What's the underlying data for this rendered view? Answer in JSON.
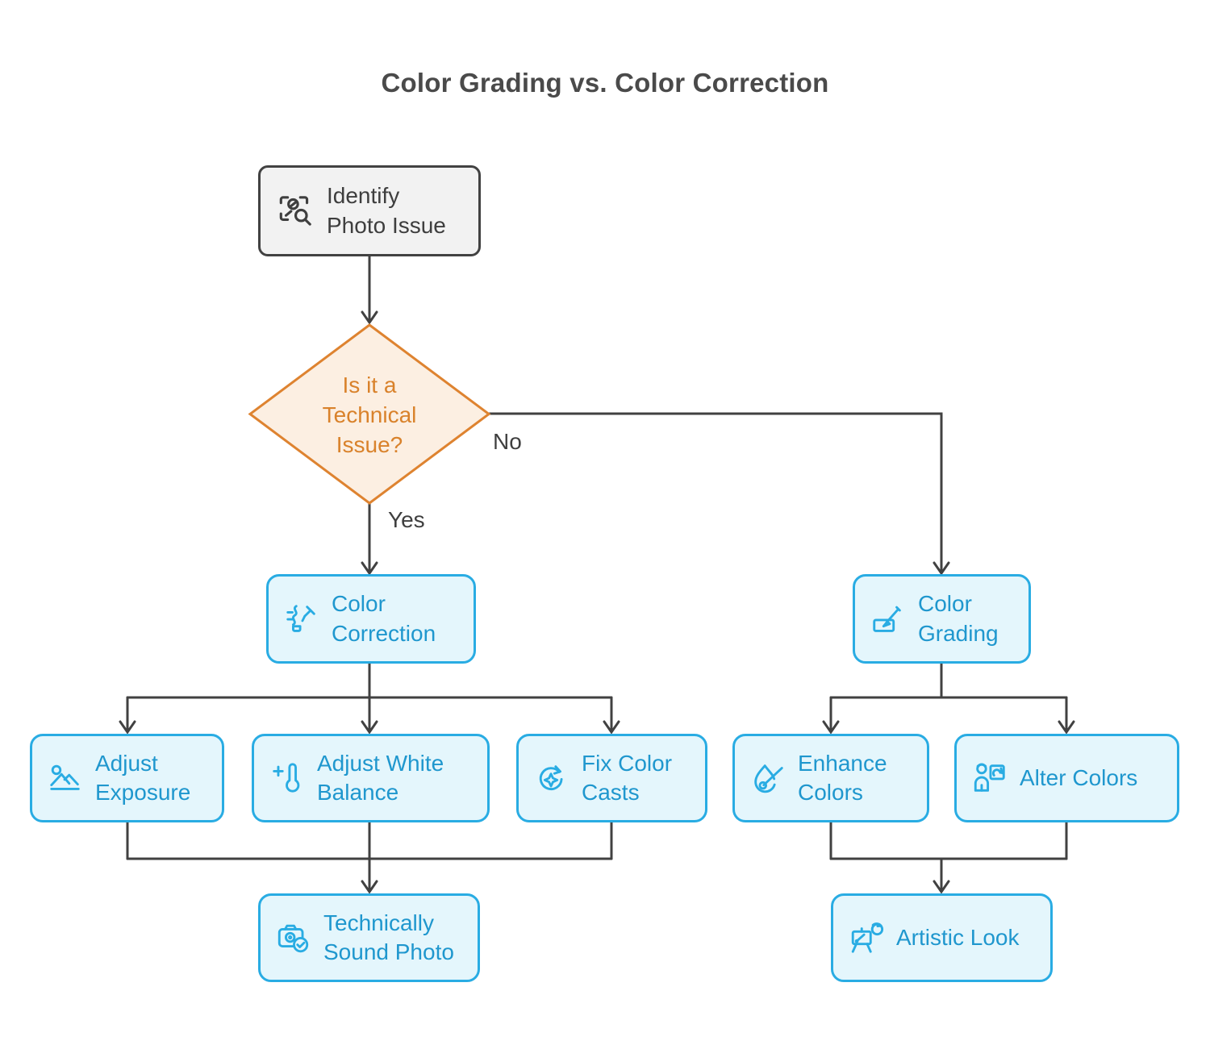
{
  "title": "Color Grading vs. Color Correction",
  "colors": {
    "node_blue_border": "#29ACE3",
    "node_blue_fill": "#E4F6FC",
    "node_blue_text": "#1F97CE",
    "decision_border": "#DE8330",
    "decision_fill": "#FCEFE2",
    "decision_text": "#D9822B",
    "start_node_fill": "#F2F2F2",
    "start_node_border": "#424242",
    "start_node_text": "#3E3E3E",
    "connector_line": "#414141",
    "title_text": "#4A4A4A"
  },
  "nodes": {
    "identify": {
      "label": "Identify\nPhoto Issue",
      "icon": "scan-search-icon"
    },
    "decision": {
      "label": "Is it a\nTechnical\nIssue?"
    },
    "color_correction": {
      "label": "Color\nCorrection",
      "icon": "repair-tool-icon"
    },
    "color_grading": {
      "label": "Color\nGrading",
      "icon": "paint-brush-tray-icon"
    },
    "adjust_exposure": {
      "label": "Adjust\nExposure",
      "icon": "image-landscape-icon"
    },
    "adjust_white_balance": {
      "label": "Adjust White\nBalance",
      "icon": "thermometer-plus-icon"
    },
    "fix_color_casts": {
      "label": "Fix Color\nCasts",
      "icon": "refresh-sparkle-icon"
    },
    "enhance_colors": {
      "label": "Enhance\nColors",
      "icon": "flame-match-icon"
    },
    "alter_colors": {
      "label": "Alter Colors",
      "icon": "artist-palette-icon"
    },
    "technically_sound_photo": {
      "label": "Technically\nSound Photo",
      "icon": "camera-check-icon"
    },
    "artistic_look": {
      "label": "Artistic Look",
      "icon": "easel-palette-icon"
    }
  },
  "edge_labels": {
    "yes": "Yes",
    "no": "No"
  }
}
